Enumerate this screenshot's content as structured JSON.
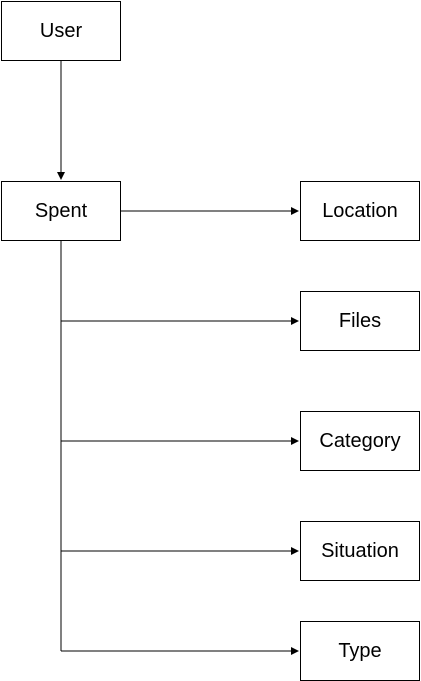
{
  "diagram": {
    "nodes": {
      "user": "User",
      "spent": "Spent",
      "location": "Location",
      "files": "Files",
      "category": "Category",
      "situation": "Situation",
      "type": "Type"
    },
    "edges": [
      {
        "from": "user",
        "to": "spent"
      },
      {
        "from": "spent",
        "to": "location"
      },
      {
        "from": "spent",
        "to": "files"
      },
      {
        "from": "spent",
        "to": "category"
      },
      {
        "from": "spent",
        "to": "situation"
      },
      {
        "from": "spent",
        "to": "type"
      }
    ],
    "colors": {
      "stroke": "#000000",
      "fill": "#ffffff",
      "text": "#000000"
    }
  }
}
